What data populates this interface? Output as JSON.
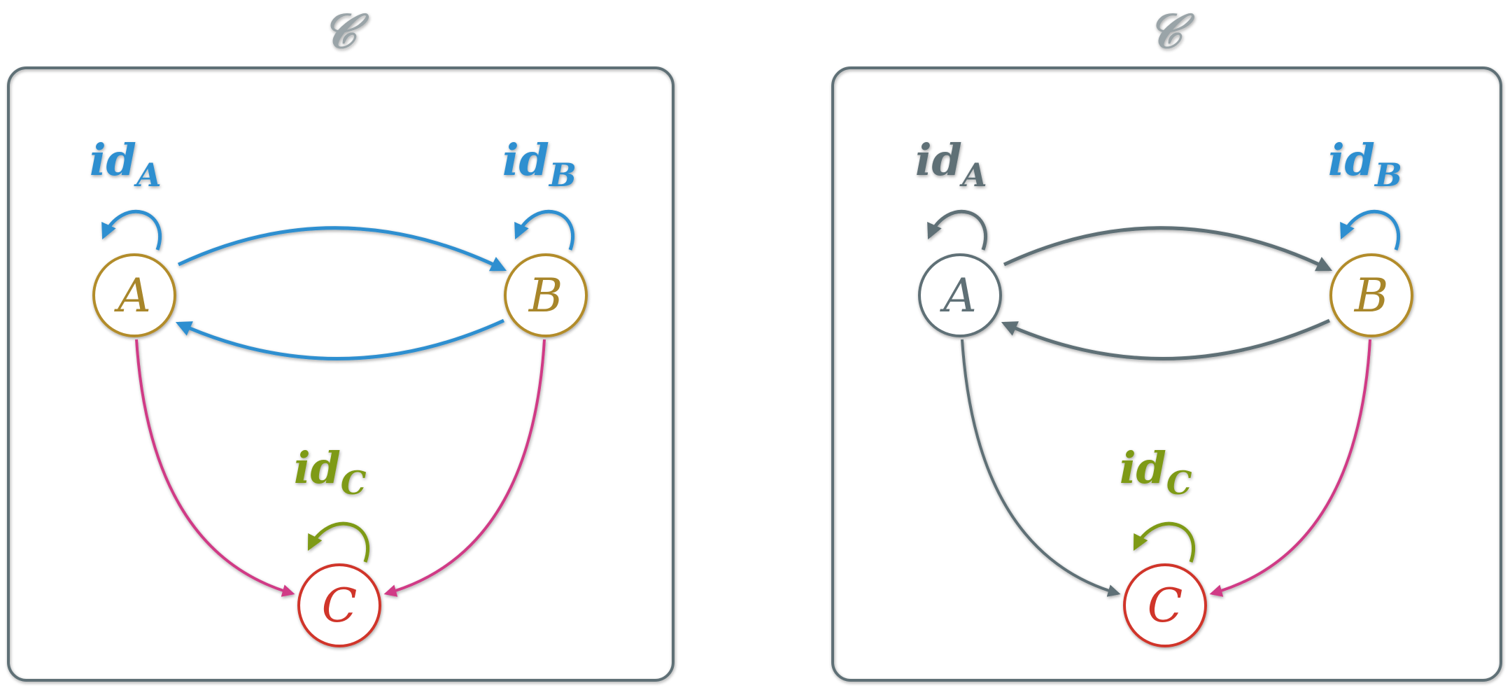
{
  "colors": {
    "frame": "#5e6f76",
    "title": "#9aa4a8",
    "object_border": "#b28c2a",
    "object_label": "#a8862a",
    "identity_blue": "#2f8fd0",
    "identity_green": "#7e9a12",
    "morphism_blue": "#2f8fd0",
    "morphism_pink": "#d03a86",
    "c_red": "#d0342c",
    "slate": "#5e6f76"
  },
  "diagrams": [
    {
      "title": "𝒞",
      "objects": {
        "A": "A",
        "B": "B",
        "C": "C"
      },
      "identities": {
        "A": {
          "main": "id",
          "sub": "A"
        },
        "B": {
          "main": "id",
          "sub": "B"
        },
        "C": {
          "main": "id",
          "sub": "C"
        }
      }
    },
    {
      "title": "𝒞",
      "objects": {
        "A": "A",
        "B": "B",
        "C": "C"
      },
      "identities": {
        "A": {
          "main": "id",
          "sub": "A"
        },
        "B": {
          "main": "id",
          "sub": "B"
        },
        "C": {
          "main": "id",
          "sub": "C"
        }
      }
    }
  ]
}
